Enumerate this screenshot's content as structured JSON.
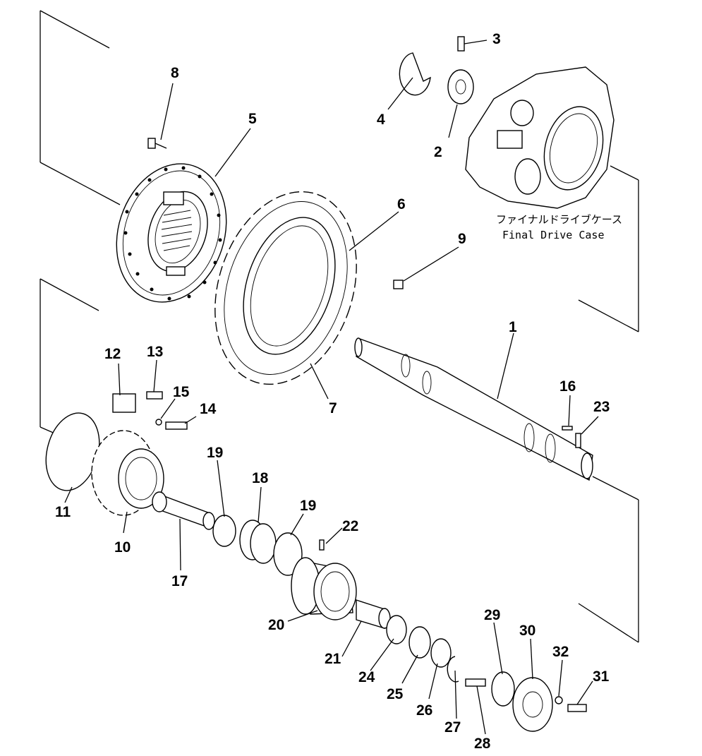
{
  "diagram": {
    "case_label_jp": "ファイナルドライブケース",
    "case_label_en": "Final Drive Case",
    "callouts": [
      "1",
      "2",
      "3",
      "4",
      "5",
      "6",
      "7",
      "8",
      "9",
      "10",
      "11",
      "12",
      "13",
      "14",
      "15",
      "16",
      "17",
      "18",
      "19",
      "19",
      "20",
      "21",
      "22",
      "23",
      "24",
      "25",
      "26",
      "27",
      "28",
      "29",
      "30",
      "31",
      "32"
    ]
  }
}
